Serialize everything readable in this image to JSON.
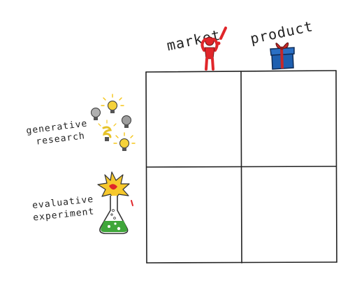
{
  "columns": {
    "market_label": "market",
    "product_label": "product"
  },
  "rows": {
    "generative_line1": "generative",
    "generative_line2": "research",
    "evaluative_line1": "evaluative",
    "evaluative_line2": "experiment"
  },
  "icons": {
    "market": "person-with-exclamation-icon",
    "product": "gift-box-icon",
    "generative": "light-bulbs-icon",
    "evaluative": "exploding-flask-icon"
  },
  "colors": {
    "ink": "#222222",
    "person_red": "#e0262a",
    "gift_blue": "#1e5fb0",
    "bow_red": "#c62828",
    "bulb_yellow": "#f5d23a",
    "bulb_gray": "#9e9e9e",
    "flask_green": "#3fa63a",
    "burst_yellow": "#f6c82c"
  }
}
